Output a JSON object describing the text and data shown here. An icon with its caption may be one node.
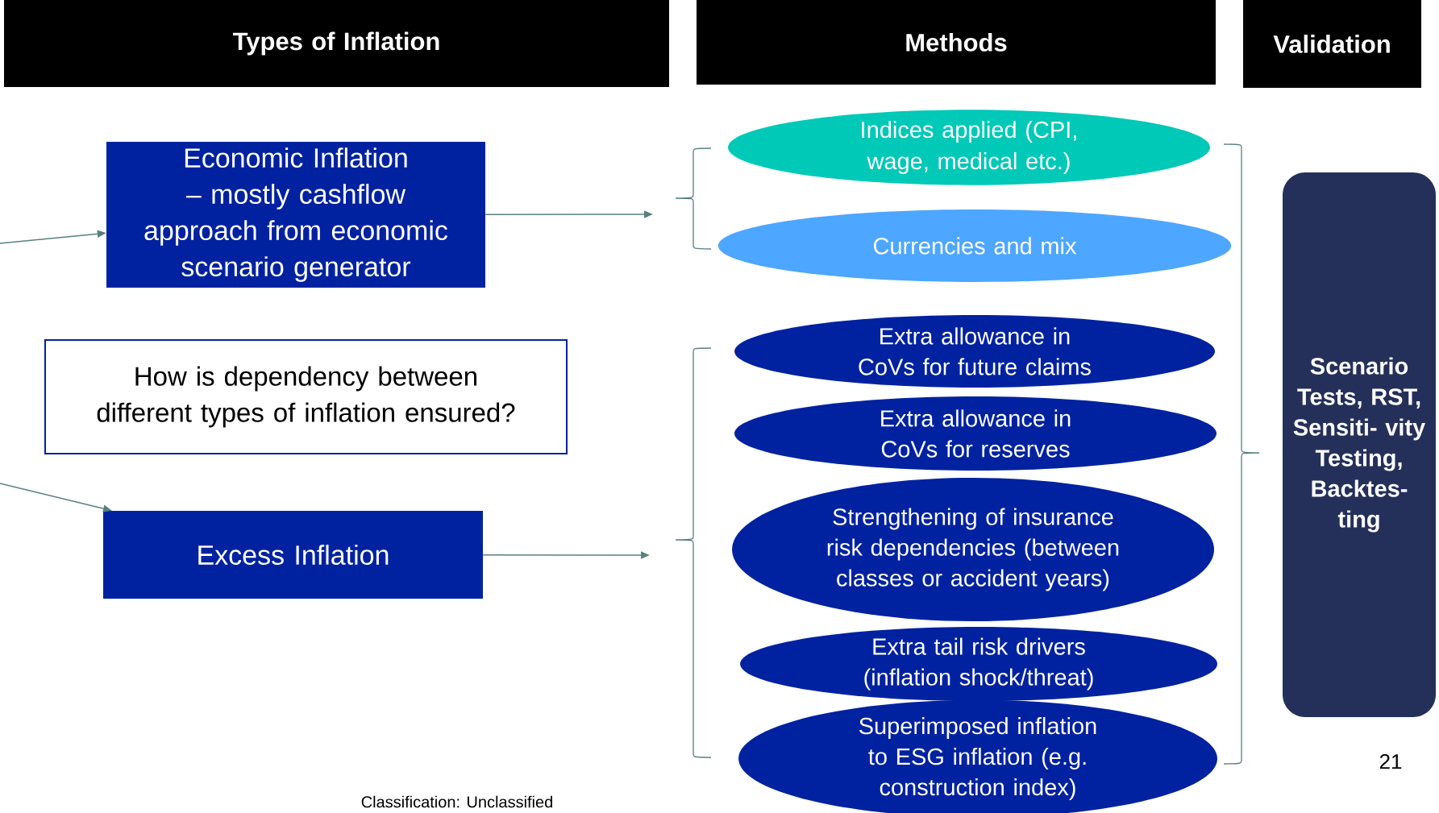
{
  "diagram": {
    "nodes": [
      {
        "text": [
          "Types of Inflation"
        ]
      },
      {
        "text": [
          "Methods"
        ]
      },
      {
        "text": [
          "Validation"
        ]
      },
      {
        "text": [
          "Economic Inflation – mostly cashflow approach from economic scenario generator"
        ]
      },
      {
        "text": [
          "How is dependency between different types of inflation ensured?"
        ]
      },
      {
        "text": [
          "Excess Inflation"
        ]
      },
      {
        "text": [
          "Indices applied (CPI, wage, medical etc.)"
        ]
      },
      {
        "text": [
          "Currencies and mix"
        ]
      },
      {
        "text": [
          "Extra allowance in CoVs for future claims"
        ]
      },
      {
        "text": [
          "Extra allowance in CoVs for reserves"
        ]
      },
      {
        "text": [
          "Strengthening of insurance risk dependencies (between classes or accident years)"
        ]
      },
      {
        "text": [
          "Extra tail risk drivers (inflation shock/threat)"
        ]
      },
      {
        "text": [
          "Superimposed inflation to ESG inflation (e.g. construction index)"
        ]
      },
      {
        "text": [
          "Scenario Tests, RST, Sensiti- vity Testing, Backtes- ting"
        ]
      }
    ],
    "edges": [
      {
        "from": null,
        "to": 3,
        "arrow": "to"
      },
      {
        "from": 3,
        "to": null,
        "arrow": "to"
      },
      {
        "from": null,
        "to": 5,
        "arrow": "to"
      },
      {
        "from": 5,
        "to": null,
        "arrow": "to"
      }
    ],
    "labels": [
      "21",
      "Classification: Unclassified"
    ]
  }
}
